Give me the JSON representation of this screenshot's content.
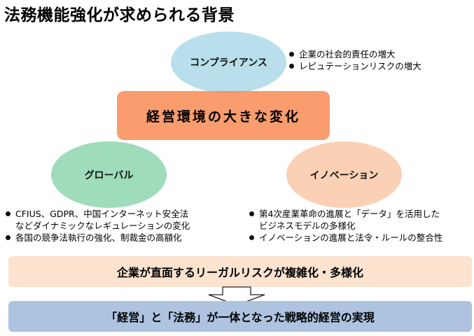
{
  "title": "法務機能強化が求められる背景",
  "center": "経営環境の大きな変化",
  "compliance": {
    "label": "コンプライアンス",
    "bullets": [
      "企業の社会的責任の増大",
      "レピュテーションリスクの増大"
    ]
  },
  "global": {
    "label": "グローバル",
    "bullets": [
      [
        "CFIUS、GDPR、中国インターネット安全法",
        "などダイナミックなレギュレーションの変化"
      ],
      [
        "各国の競争法執行の強化、制裁金の高額化"
      ]
    ]
  },
  "innovation": {
    "label": "イノベーション",
    "bullets": [
      [
        "第4次産業革命の進展と「データ」を活用した",
        "ビジネスモデルの多様化"
      ],
      [
        "イノベーションの進展と法令・ルールの整合性"
      ]
    ]
  },
  "result": "企業が直面するリーガルリスクが複雑化・多様化",
  "conclusion": "「経営」と「法務」が一体となった戦略的経営の実現",
  "colors": {
    "compliance": "#7dc4da",
    "global": "#5ec48e",
    "innovation": "#f7ab78",
    "center": "#f7844a",
    "result_band": "#fbe3d0",
    "conclusion_band": "#aec3e0"
  }
}
